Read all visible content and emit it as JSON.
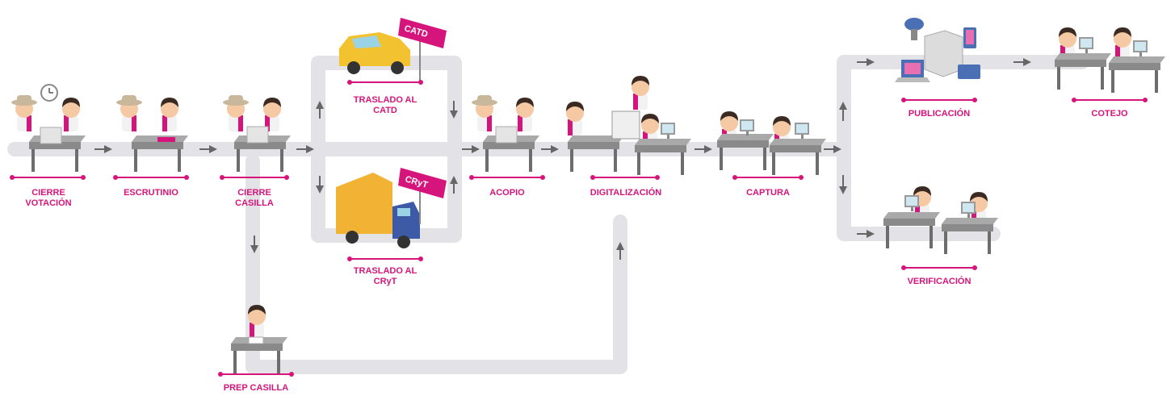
{
  "stages": {
    "cierre_votacion": "CIERRE\nVOTACIÓN",
    "escrutinio": "ESCRUTINIO",
    "cierre_casilla": "CIERRE\nCASILLA",
    "traslado_catd": "TRASLADO AL\nCATD",
    "traslado_cryt": "TRASLADO AL\nCRyT",
    "acopio": "ACOPIO",
    "digitalizacion": "DIGITALIZACIÓN",
    "captura": "CAPTURA",
    "publicacion": "PUBLICACIÓN",
    "cotejo": "COTEJO",
    "verificacion": "VERIFICACIÓN",
    "prep_casilla": "PREP CASILLA"
  },
  "signs": {
    "catd": "CATD",
    "cryt": "CRyT"
  },
  "colors": {
    "accent": "#d6157c",
    "path": "#e3e3e7",
    "arrow": "#666666",
    "desk": "#737373"
  },
  "icons": [
    "clock-icon",
    "ballot-box-icon",
    "car-icon",
    "truck-icon",
    "scanner-icon",
    "computer-icon",
    "satellite-dish-icon",
    "server-icon",
    "laptop-icon",
    "phone-icon"
  ]
}
